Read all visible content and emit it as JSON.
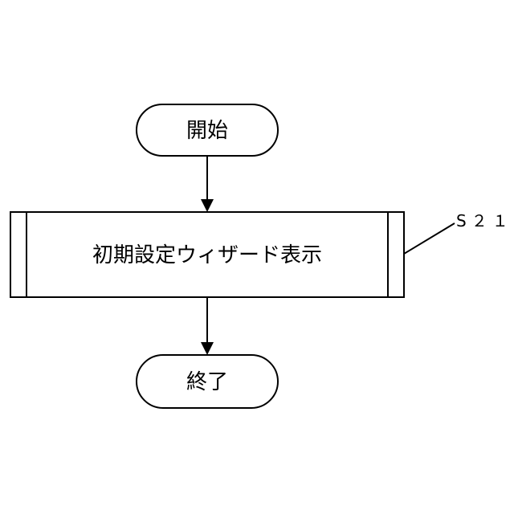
{
  "diagram": {
    "start_label": "開始",
    "process_label": "初期設定ウィザード表示",
    "end_label": "終了",
    "step_ref": "S２１"
  }
}
